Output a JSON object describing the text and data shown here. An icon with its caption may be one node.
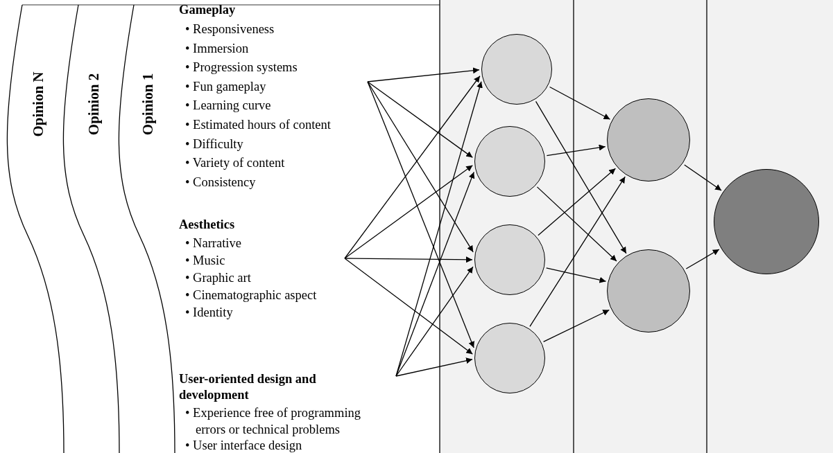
{
  "diagram": {
    "nodes": [
      {
        "text": [
          "Gameplay",
          "• Responsiveness",
          "• Immersion",
          "• Progression systems",
          "• Fun gameplay",
          "• Learning curve",
          "• Estimated hours of content",
          "• Difficulty",
          "• Variety of content",
          "• Consistency"
        ]
      },
      {
        "text": [
          "Aesthetics",
          "• Narrative",
          "• Music",
          "• Graphic art",
          "• Cinematographic aspect",
          "• Identity"
        ]
      },
      {
        "text": [
          "User-oriented design and development",
          "• Experience free of programming errors or technical problems",
          "• User interface design"
        ]
      },
      {
        "text": [],
        "shape": "circle"
      },
      {
        "text": [],
        "shape": "circle"
      },
      {
        "text": [],
        "shape": "circle"
      },
      {
        "text": [],
        "shape": "circle"
      },
      {
        "text": [],
        "shape": "circle"
      },
      {
        "text": [],
        "shape": "circle"
      },
      {
        "text": [],
        "shape": "circle"
      }
    ],
    "edges": [
      {
        "from": 0,
        "to": 3,
        "arrow": "to"
      },
      {
        "from": 0,
        "to": 4,
        "arrow": "to"
      },
      {
        "from": 0,
        "to": 5,
        "arrow": "to"
      },
      {
        "from": 0,
        "to": 6,
        "arrow": "to"
      },
      {
        "from": 1,
        "to": 3,
        "arrow": "to"
      },
      {
        "from": 1,
        "to": 4,
        "arrow": "to"
      },
      {
        "from": 1,
        "to": 5,
        "arrow": "to"
      },
      {
        "from": 1,
        "to": 6,
        "arrow": "to"
      },
      {
        "from": 2,
        "to": 3,
        "arrow": "to"
      },
      {
        "from": 2,
        "to": 4,
        "arrow": "to"
      },
      {
        "from": 2,
        "to": 5,
        "arrow": "to"
      },
      {
        "from": 2,
        "to": 6,
        "arrow": "to"
      },
      {
        "from": 3,
        "to": 7,
        "arrow": "to"
      },
      {
        "from": 3,
        "to": 8,
        "arrow": "to"
      },
      {
        "from": 4,
        "to": 7,
        "arrow": "to"
      },
      {
        "from": 4,
        "to": 8,
        "arrow": "to"
      },
      {
        "from": 5,
        "to": 7,
        "arrow": "to"
      },
      {
        "from": 5,
        "to": 8,
        "arrow": "to"
      },
      {
        "from": 6,
        "to": 7,
        "arrow": "to"
      },
      {
        "from": 6,
        "to": 8,
        "arrow": "to"
      },
      {
        "from": 7,
        "to": 9,
        "arrow": "to"
      },
      {
        "from": 8,
        "to": 9,
        "arrow": "to"
      }
    ],
    "labels": [
      "Opinion N",
      "Opinion 2",
      "Opinion 1"
    ]
  }
}
